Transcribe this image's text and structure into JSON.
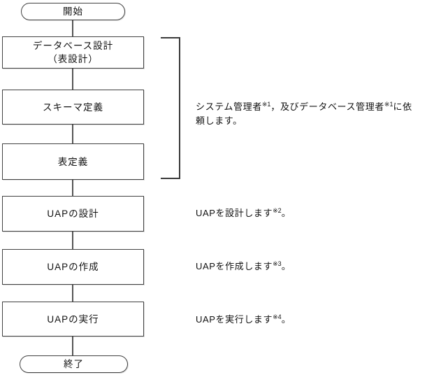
{
  "colors": {
    "background": "#ffffff",
    "line": "#4a4a4a",
    "text": "#111111"
  },
  "flow": {
    "start_label": "開始",
    "end_label": "終了",
    "boxes": [
      {
        "line1": "データベース設計",
        "line2": "（表設計）"
      },
      {
        "label": "スキーマ定義"
      },
      {
        "label": "表定義"
      },
      {
        "label": "UAPの設計"
      },
      {
        "label": "UAPの作成"
      },
      {
        "label": "UAPの実行"
      }
    ]
  },
  "annotations": {
    "group_note": {
      "line1_part1": "システム管理者",
      "line1_sup1": "※1",
      "line1_part2": "，及びデータベース管理者",
      "line1_sup2": "※1",
      "line1_part3": "に依",
      "line2": "頼します。"
    },
    "uap_design": {
      "text": "UAPを設計します",
      "sup": "※2",
      "period": "。"
    },
    "uap_create": {
      "text": "UAPを作成します",
      "sup": "※3",
      "period": "。"
    },
    "uap_execute": {
      "text": "UAPを実行します",
      "sup": "※4",
      "period": "。"
    }
  }
}
